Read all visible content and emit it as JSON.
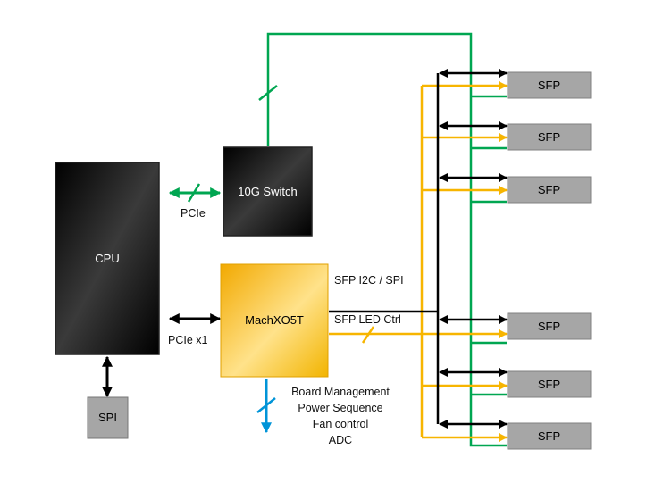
{
  "blocks": {
    "cpu": "CPU",
    "spi": "SPI",
    "switch": "10G Switch",
    "fpga": "MachXO5T"
  },
  "sfp_labels": [
    "SFP",
    "SFP",
    "SFP",
    "SFP",
    "SFP",
    "SFP"
  ],
  "labels": {
    "pcie": "PCIe",
    "pcie_x1": "PCIe x1",
    "sfp_i2c_spi": "SFP I2C  / SPI",
    "sfp_led_ctrl": "SFP LED Ctrl",
    "board_management": [
      "Board Management",
      "Power Sequence",
      "Fan control",
      "ADC"
    ]
  },
  "colors": {
    "green": "#00a651",
    "yellow": "#f7b500",
    "blue": "#0094d8",
    "black": "#000000",
    "sfp_fill": "#a6a6a6",
    "fpga_fill": "#f7b500"
  }
}
